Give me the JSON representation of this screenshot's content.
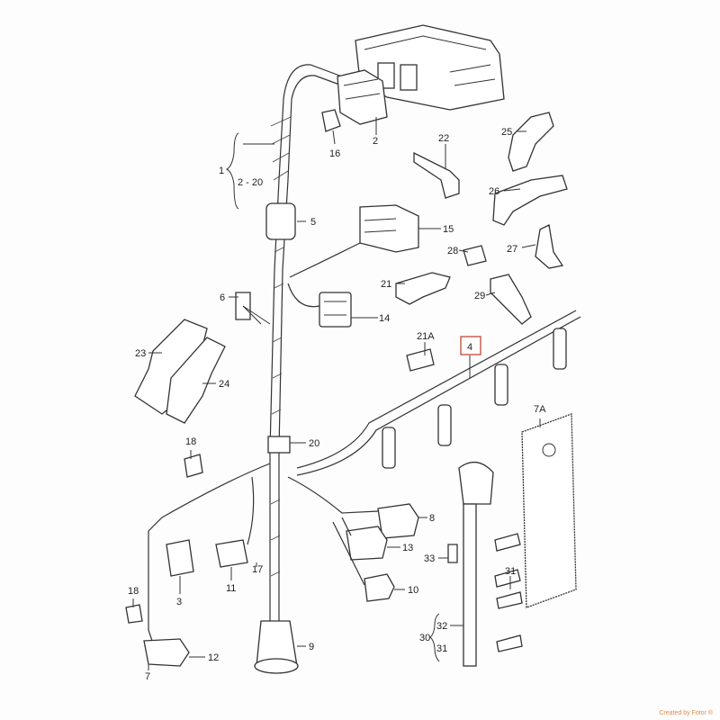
{
  "diagram": {
    "type": "exploded parts diagram - engine wiring harness",
    "callouts": [
      {
        "id": "c1",
        "text": "1"
      },
      {
        "id": "c2-20",
        "text": "2 - 20"
      },
      {
        "id": "c2",
        "text": "2"
      },
      {
        "id": "c16",
        "text": "16"
      },
      {
        "id": "c22",
        "text": "22"
      },
      {
        "id": "c25",
        "text": "25"
      },
      {
        "id": "c26",
        "text": "26"
      },
      {
        "id": "c5",
        "text": "5"
      },
      {
        "id": "c15",
        "text": "15"
      },
      {
        "id": "c28",
        "text": "28"
      },
      {
        "id": "c27",
        "text": "27"
      },
      {
        "id": "c21",
        "text": "21"
      },
      {
        "id": "c29",
        "text": "29"
      },
      {
        "id": "c6",
        "text": "6"
      },
      {
        "id": "c14",
        "text": "14"
      },
      {
        "id": "c21A",
        "text": "21A"
      },
      {
        "id": "c4",
        "text": "4",
        "highlighted": true
      },
      {
        "id": "c23",
        "text": "23"
      },
      {
        "id": "c24",
        "text": "24"
      },
      {
        "id": "c7A",
        "text": "7A"
      },
      {
        "id": "c18a",
        "text": "18"
      },
      {
        "id": "c20",
        "text": "20"
      },
      {
        "id": "c8",
        "text": "8"
      },
      {
        "id": "c13",
        "text": "13"
      },
      {
        "id": "c33",
        "text": "33"
      },
      {
        "id": "c31a",
        "text": "31"
      },
      {
        "id": "c3",
        "text": "3"
      },
      {
        "id": "c11",
        "text": "11"
      },
      {
        "id": "c17",
        "text": "17"
      },
      {
        "id": "c18b",
        "text": "18"
      },
      {
        "id": "c10",
        "text": "10"
      },
      {
        "id": "c30",
        "text": "30"
      },
      {
        "id": "c32",
        "text": "32"
      },
      {
        "id": "c31b",
        "text": "31"
      },
      {
        "id": "c12",
        "text": "12"
      },
      {
        "id": "c9",
        "text": "9"
      },
      {
        "id": "c7",
        "text": "7"
      }
    ],
    "highlight_color": "#c0392b"
  },
  "watermark": "Created by Fotor ®"
}
